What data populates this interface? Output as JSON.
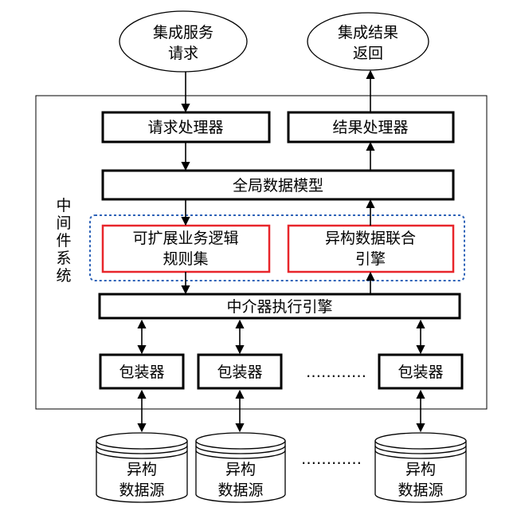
{
  "nodes": {
    "request_ellipse": [
      "集成服务",
      "请求"
    ],
    "return_ellipse": [
      "集成结果",
      "返回"
    ],
    "request_processor": "请求处理器",
    "result_processor": "结果处理器",
    "global_model": "全局数据模型",
    "rule_set": [
      "可扩展业务逻辑",
      "规则集"
    ],
    "federation": [
      "异构数据联合",
      "引擎"
    ],
    "mediator": "中介器执行引擎",
    "wrappers": [
      "包装器",
      "包装器",
      "包装器"
    ],
    "wrapper_ellipsis": "…………",
    "sources": [
      [
        "异构",
        "数据源"
      ],
      [
        "异构",
        "数据源"
      ],
      [
        "异构",
        "数据源"
      ]
    ],
    "source_ellipsis": "…………"
  },
  "system_label": [
    "中",
    "间",
    "件",
    "系",
    "统"
  ]
}
